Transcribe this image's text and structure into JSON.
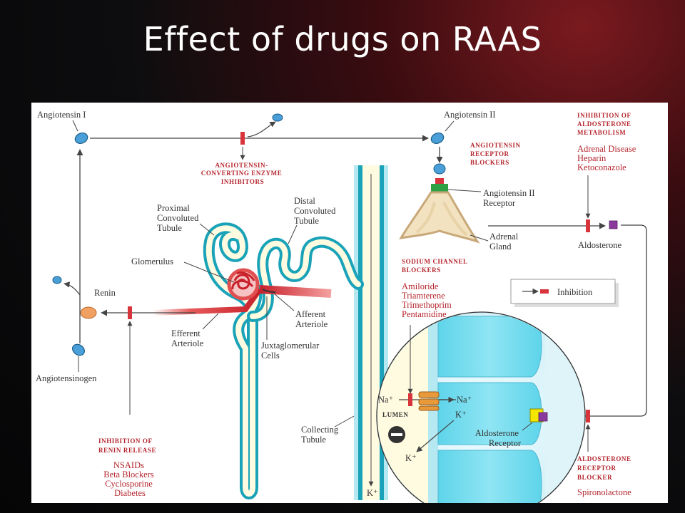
{
  "slide": {
    "title": "Effect of drugs on RAAS"
  },
  "labels": {
    "angiotensin_i": "Angiotensin I",
    "angiotensin_ii": "Angiotensin II",
    "ace_inhibitors": [
      "ANGIOTENSIN-",
      "CONVERTING ENZYME",
      "INHIBITORS"
    ],
    "arb": [
      "ANGIOTENSIN",
      "RECEPTOR",
      "BLOCKERS"
    ],
    "inhibition_aldo_metab": [
      "INHIBITION OF",
      "ALDOSTERONE",
      "METABOLISM"
    ],
    "aldo_metab_drugs": [
      "Adrenal Disease",
      "Heparin",
      "Ketoconazole"
    ],
    "at2_receptor": [
      "Angiotensin II",
      "Receptor"
    ],
    "adrenal_gland": [
      "Adrenal",
      "Gland"
    ],
    "aldosterone": "Aldosterone",
    "legend_inhibition": "Inhibition",
    "proximal_tubule": [
      "Proximal",
      "Convoluted",
      "Tubule"
    ],
    "distal_tubule": [
      "Distal",
      "Convoluted",
      "Tubule"
    ],
    "glomerulus": "Glomerulus",
    "afferent_arteriole": [
      "Afferent",
      "Arteriole"
    ],
    "efferent_arteriole": [
      "Efferent",
      "Arteriole"
    ],
    "juxtaglomerular_cells": [
      "Juxtaglomerular",
      "Cells"
    ],
    "renin": "Renin",
    "angiotensinogen": "Angiotensinogen",
    "sodium_channel_blockers": [
      "SODIUM CHANNEL",
      "BLOCKERS"
    ],
    "sodium_channel_drugs": [
      "Amiloride",
      "Triamterene",
      "Trimethoprim",
      "Pentamidine"
    ],
    "na_plus": "Na⁺",
    "k_plus": "K⁺",
    "lumen": "LUMEN",
    "aldosterone_receptor": [
      "Aldosterone",
      "Receptor"
    ],
    "collecting_tubule": [
      "Collecting",
      "Tubule"
    ],
    "inhibition_renin_release": [
      "INHIBITION OF",
      "RENIN RELEASE"
    ],
    "renin_release_drugs": [
      "NSAIDs",
      "Beta Blockers",
      "Cyclosporine",
      "Diabetes"
    ],
    "aldo_receptor_blocker": [
      "ALDOSTERONE",
      "RECEPTOR",
      "BLOCKER"
    ],
    "aldo_receptor_blocker_drug": "Spironolactone",
    "minus_sign": "–"
  },
  "colors": {
    "inhibition_red": "#d8343c",
    "drug_red": "#b5252d",
    "tubule_teal": "#1aa3b8",
    "tubule_fill": "#fffbe0",
    "molecule_blue": "#4a9fd8",
    "renin_orange": "#f0a060",
    "aldosterone_purple": "#8a3a9c",
    "receptor_yellow": "#f5e600",
    "membrane_blue": "#60d0e8",
    "channel_orange": "#e89a3a"
  }
}
